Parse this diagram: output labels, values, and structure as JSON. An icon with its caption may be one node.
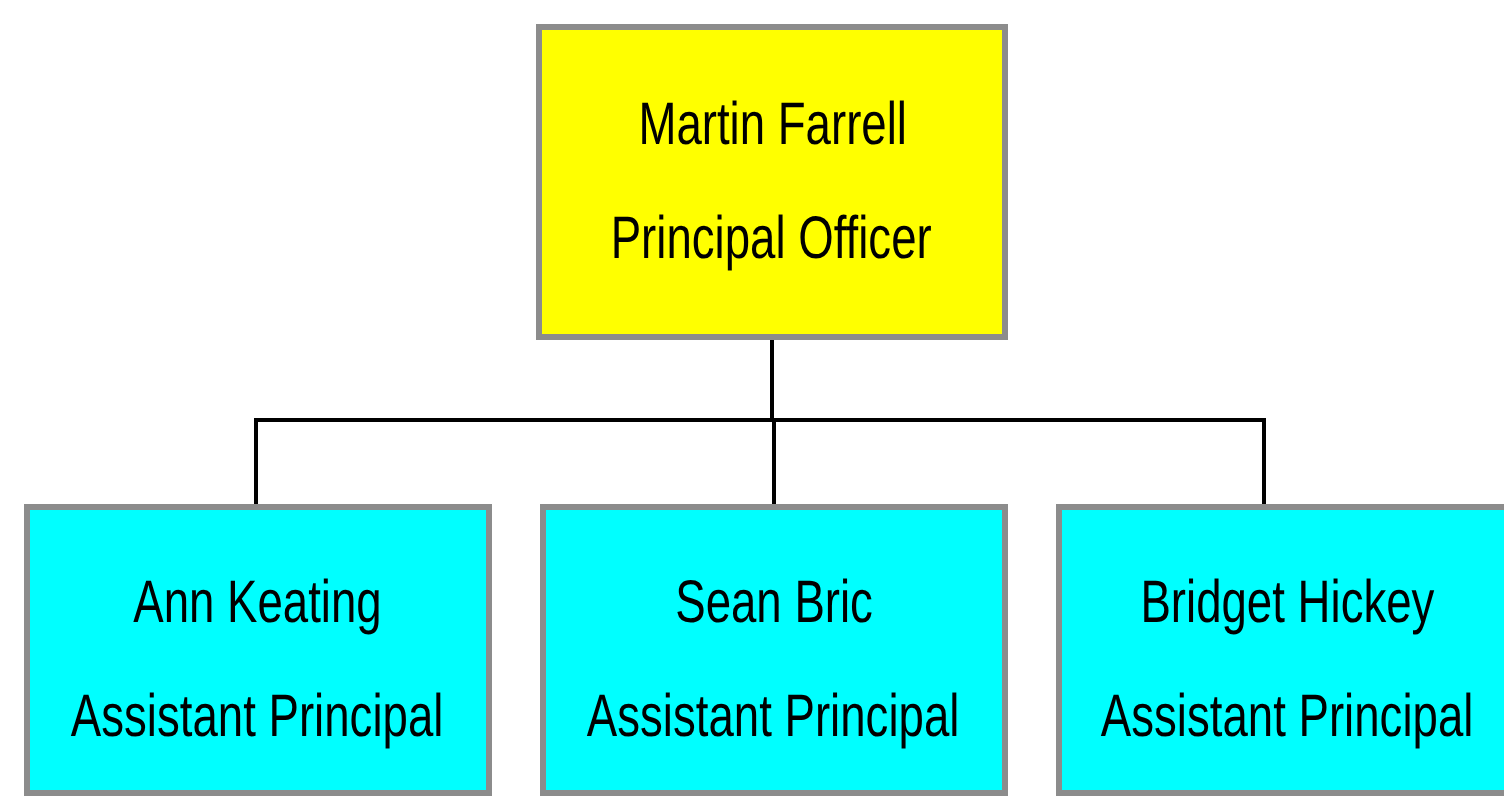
{
  "diagram": {
    "nodes": [
      {
        "text": [
          "Martin Farrell",
          "Principal Officer"
        ]
      },
      {
        "text": [
          "Ann Keating",
          "Assistant Principal"
        ]
      },
      {
        "text": [
          "Sean Bric",
          "Assistant Principal"
        ]
      },
      {
        "text": [
          "Bridget Hickey",
          "Assistant Principal"
        ]
      }
    ],
    "edges": [
      {
        "from": 0,
        "to": 1,
        "arrow": "none"
      },
      {
        "from": 0,
        "to": 2,
        "arrow": "none"
      },
      {
        "from": 0,
        "to": 3,
        "arrow": "none"
      }
    ]
  }
}
